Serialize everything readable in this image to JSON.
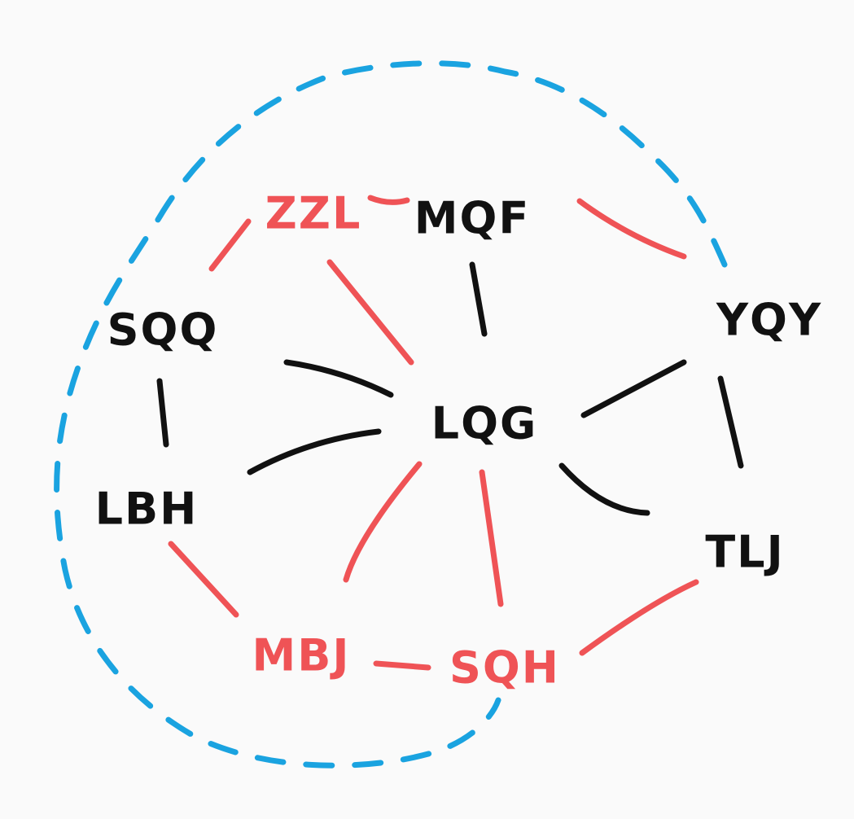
{
  "colors": {
    "black": "#111111",
    "red": "#ef5356",
    "blue": "#1aa3e0",
    "background": "#fafafa"
  },
  "nodes": [
    {
      "id": "ZZL",
      "label": "ZZL",
      "color": "red"
    },
    {
      "id": "MQF",
      "label": "MQF",
      "color": "black"
    },
    {
      "id": "SQQ",
      "label": "SQQ",
      "color": "black"
    },
    {
      "id": "YQY",
      "label": "YQY",
      "color": "black"
    },
    {
      "id": "LQG",
      "label": "LQG",
      "color": "black"
    },
    {
      "id": "LBH",
      "label": "LBH",
      "color": "black"
    },
    {
      "id": "TLJ",
      "label": "TLJ",
      "color": "black"
    },
    {
      "id": "MBJ",
      "label": "MBJ",
      "color": "red"
    },
    {
      "id": "SQH",
      "label": "SQH",
      "color": "red"
    }
  ],
  "edges": [
    {
      "from": "ZZL",
      "to": "MQF",
      "color": "red"
    },
    {
      "from": "ZZL",
      "to": "SQQ",
      "color": "red"
    },
    {
      "from": "ZZL",
      "to": "LQG",
      "color": "red"
    },
    {
      "from": "MQF",
      "to": "YQY",
      "color": "red"
    },
    {
      "from": "MQF",
      "to": "LQG",
      "color": "black"
    },
    {
      "from": "SQQ",
      "to": "LQG",
      "color": "black"
    },
    {
      "from": "SQQ",
      "to": "LBH",
      "color": "black"
    },
    {
      "from": "LBH",
      "to": "LQG",
      "color": "black"
    },
    {
      "from": "YQY",
      "to": "LQG",
      "color": "black"
    },
    {
      "from": "YQY",
      "to": "TLJ",
      "color": "black"
    },
    {
      "from": "LQG",
      "to": "TLJ",
      "color": "black"
    },
    {
      "from": "LBH",
      "to": "MBJ",
      "color": "red"
    },
    {
      "from": "LQG",
      "to": "MBJ",
      "color": "red"
    },
    {
      "from": "LQG",
      "to": "SQH",
      "color": "red"
    },
    {
      "from": "MBJ",
      "to": "SQH",
      "color": "red"
    },
    {
      "from": "SQH",
      "to": "TLJ",
      "color": "red"
    }
  ],
  "boundary": {
    "style": "dashed",
    "color": "blue"
  }
}
